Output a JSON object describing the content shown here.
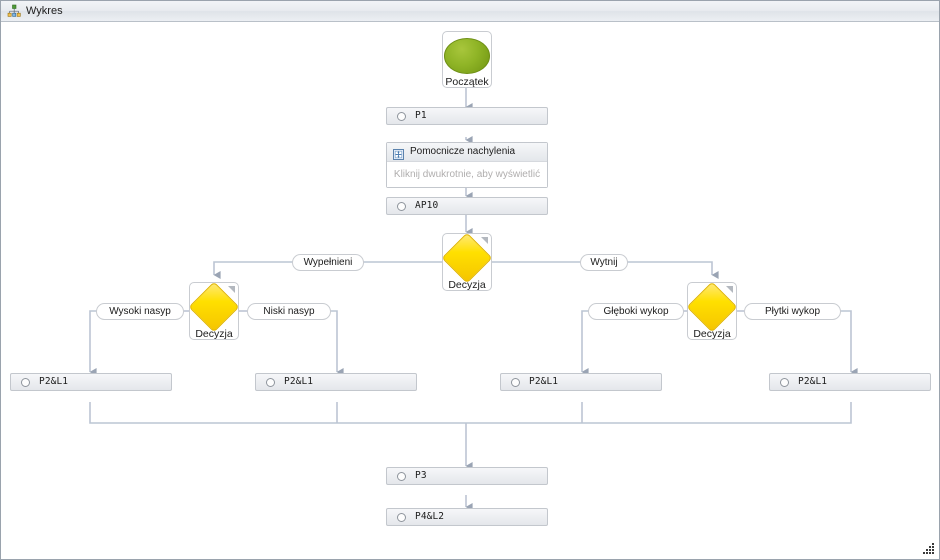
{
  "window": {
    "title": "Wykres",
    "title_icon": "flowchart-tree-icon",
    "resize_grip_icon": "resize-grip-icon"
  },
  "colors": {
    "canvas_background": "#ffffff",
    "titlebar_background": "#e8ebef",
    "edge_line": "#aab4c4",
    "bar_fill": "#eceef1",
    "bar_border": "#c3c7cd",
    "start_node_green": "#8fb426",
    "decision_yellow": "#ffe000",
    "hint_text_gray": "#b0aeae",
    "text": "#1b1b1b"
  },
  "flowchart": {
    "nodes": {
      "start": {
        "caption": "Początek",
        "glyph": "green-circle"
      },
      "p1": {
        "label": "P1",
        "bullet": "circle-bullet-icon"
      },
      "subchart": {
        "title": "Pomocnicze nachylenia",
        "hint": "Kliknij dwukrotnie, aby wyświetlić",
        "icon": "subchart-icon"
      },
      "ap10": {
        "label": "AP10",
        "bullet": "circle-bullet-icon"
      },
      "decision_top": {
        "caption": "Decyzja",
        "glyph": "yellow-diamond"
      },
      "decision_left": {
        "caption": "Decyzja",
        "glyph": "yellow-diamond"
      },
      "decision_right": {
        "caption": "Decyzja",
        "glyph": "yellow-diamond"
      },
      "bar_1": {
        "label": "P2&L1",
        "bullet": "circle-bullet-icon"
      },
      "bar_2": {
        "label": "P2&L1",
        "bullet": "circle-bullet-icon"
      },
      "bar_3": {
        "label": "P2&L1",
        "bullet": "circle-bullet-icon"
      },
      "bar_4": {
        "label": "P2&L1",
        "bullet": "circle-bullet-icon"
      },
      "p3": {
        "label": "P3",
        "bullet": "circle-bullet-icon"
      },
      "p4l2": {
        "label": "P4&L2",
        "bullet": "circle-bullet-icon"
      }
    },
    "edge_labels": {
      "fill": "Wypełnieni",
      "cut": "Wytnij",
      "high_embankment": "Wysoki nasyp",
      "low_embankment": "Niski nasyp",
      "deep_excavation": "Głęboki wykop",
      "shallow_excavation": "Płytki wykop"
    }
  }
}
